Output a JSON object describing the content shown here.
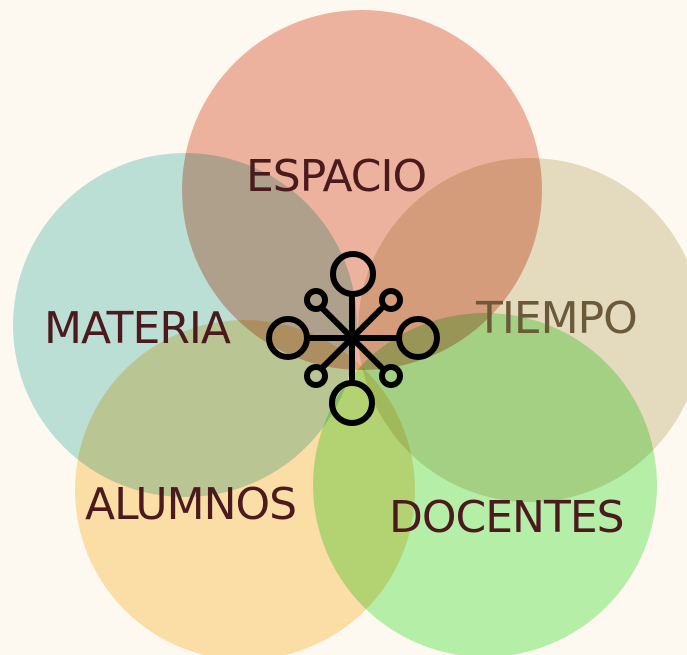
{
  "background": "#fdf9f1",
  "label_color": "#4a1a1f",
  "label_color_secondary": "#6b5a3a",
  "circles": [
    {
      "label": "ESPACIO",
      "color": "#eeb6a6"
    },
    {
      "label": "MATERIA",
      "color": "#bde5e2"
    },
    {
      "label": "TIEMPO",
      "color": "#e6e0c8"
    },
    {
      "label": "ALUMNOS",
      "color": "#fde3b0"
    },
    {
      "label": "DOCENTES",
      "color": "#b6f4b1"
    }
  ],
  "center_icon": "network-hub-icon"
}
